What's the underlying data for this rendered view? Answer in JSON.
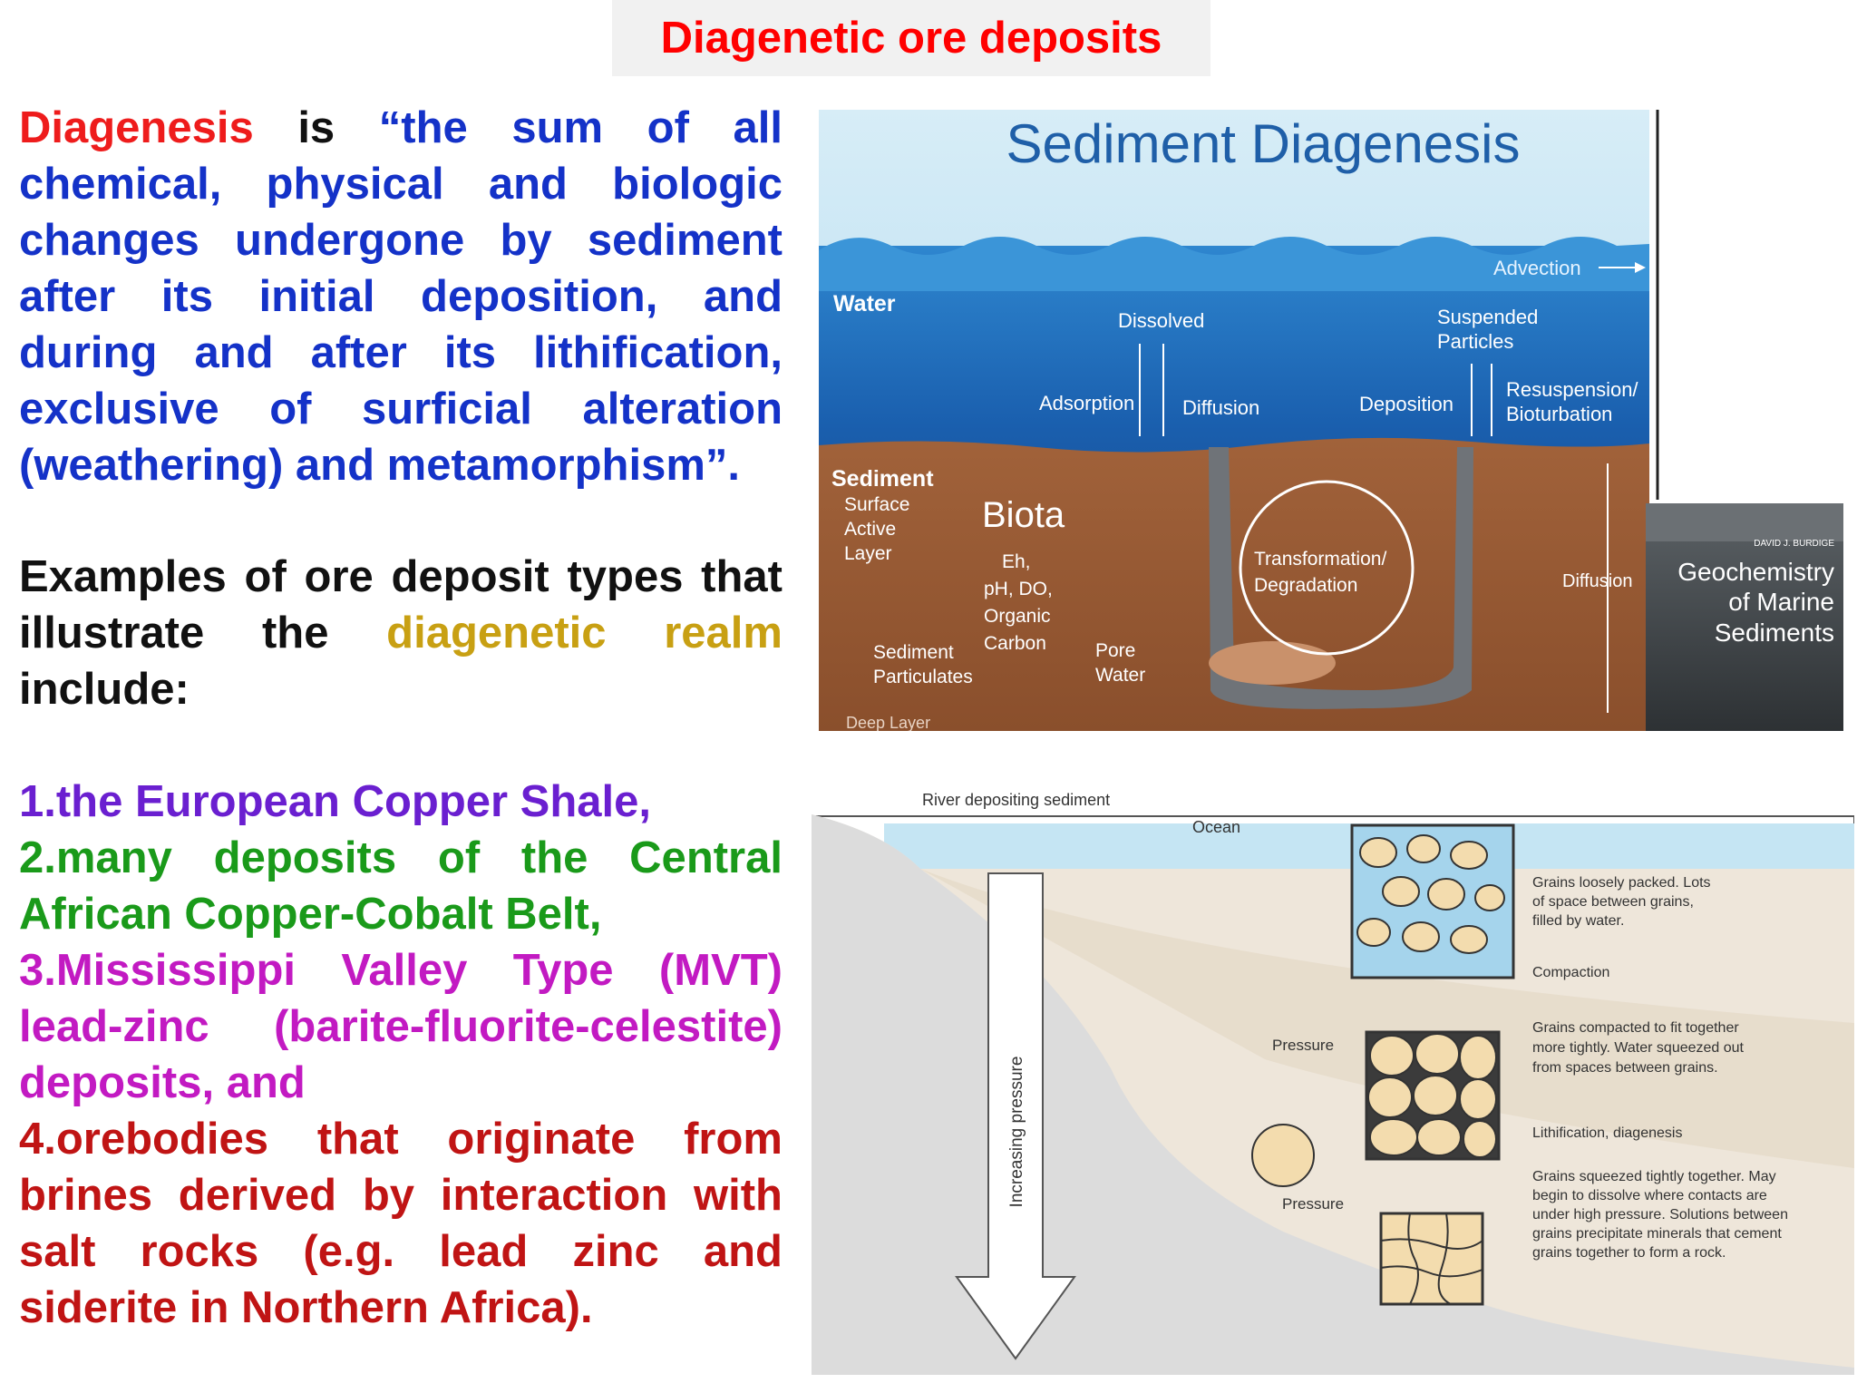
{
  "slide": {
    "title": "Diagenetic ore deposits"
  },
  "definition": {
    "term": "Diagenesis",
    "is": "is",
    "quote": "“the sum of all chemical, physical and biologic changes undergone by sediment after its initial deposition, and during and after its lithification, exclusive of surficial alteration (weathering) and metamorphism”."
  },
  "examples": {
    "intro": "Examples of ore deposit types that illustrate the",
    "realm": "diagenetic realm",
    "include": "include:",
    "items": [
      "1.the European Copper Shale,",
      "2.many deposits of the Central African Copper-Cobalt Belt,",
      "3.Mississippi Valley Type (MVT) lead-zinc (barite-fluorite-celestite) deposits, and",
      "4.orebodies that originate from brines derived by interaction with salt rocks (e.g. lead zinc and siderite in Northern Africa)."
    ]
  },
  "colors": {
    "title": "#ff0000",
    "term": "#ee1c1c",
    "quote": "#1432c8",
    "realm": "#c8a013",
    "item1": "#6a1fd0",
    "item2": "#1a9a1a",
    "item3": "#c21ac2",
    "item4": "#c01414",
    "water": "#1e67b8",
    "sediment": "#9b5a32"
  },
  "figure_top": {
    "title": "Sediment Diagenesis",
    "water": "Water",
    "advection": "Advection",
    "dissolved": "Dissolved",
    "suspended": [
      "Suspended",
      "Particles"
    ],
    "adsorption": "Adsorption",
    "diffusion": "Diffusion",
    "deposition": "Deposition",
    "resuspension": [
      "Resuspension/",
      "Bioturbation"
    ],
    "sediment": "Sediment",
    "surface_layer": [
      "Surface",
      "Active",
      "Layer"
    ],
    "biota": "Biota",
    "center_params": [
      "Eh,",
      "pH, DO,",
      "Organic",
      "Carbon"
    ],
    "sediment_particulates": [
      "Sediment",
      "Particulates"
    ],
    "pore_water": [
      "Pore",
      "Water"
    ],
    "transformation": [
      "Transformation/",
      "Degradation"
    ],
    "diffusion_right": "Diffusion",
    "deep_layer": "Deep Layer",
    "book_author": "DAVID J. BURDIGE",
    "book_title": [
      "Geochemistry",
      "of Marine",
      "Sediments"
    ]
  },
  "figure_bottom": {
    "river": "River depositing sediment",
    "ocean": "Ocean",
    "increasing_pressure": "Increasing pressure",
    "pressure1": "Pressure",
    "pressure2": "Pressure",
    "note1": [
      "Grains loosely packed. Lots",
      "of space between grains,",
      "filled by water."
    ],
    "compaction": "Compaction",
    "note2": [
      "Grains compacted to fit together",
      "more tightly. Water squeezed out",
      "from spaces between grains."
    ],
    "lithification": "Lithification, diagenesis",
    "note3": [
      "Grains squeezed tightly together. May",
      "begin to dissolve where contacts are",
      "under high pressure. Solutions between",
      "grains precipitate minerals that cement",
      "grains together to form a rock."
    ]
  }
}
